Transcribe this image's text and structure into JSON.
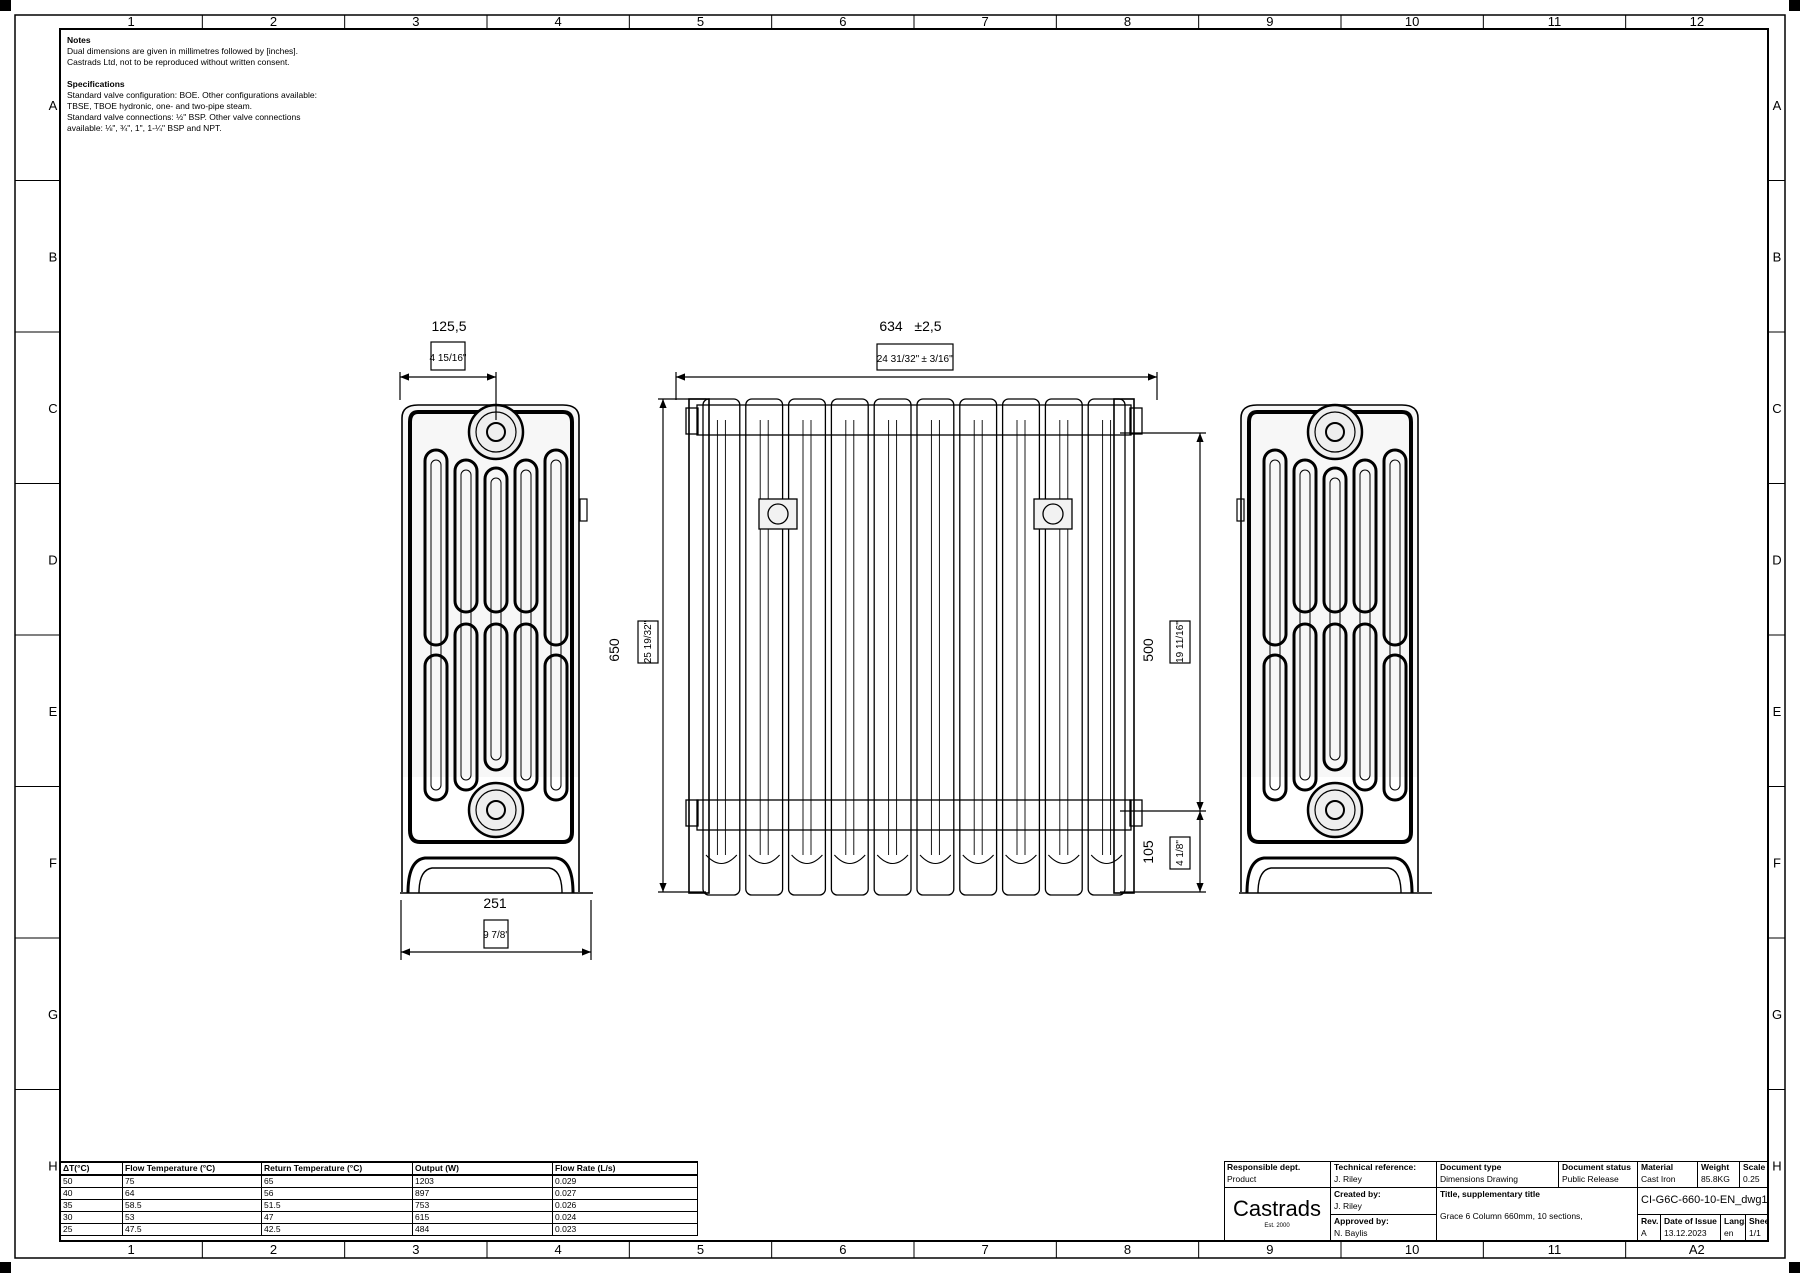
{
  "border": {
    "columns": [
      "1",
      "2",
      "3",
      "4",
      "5",
      "6",
      "7",
      "8",
      "9",
      "10",
      "11",
      "12"
    ],
    "rows": [
      "A",
      "B",
      "C",
      "D",
      "E",
      "F",
      "G",
      "H"
    ],
    "sheet_size": "A2"
  },
  "notes": {
    "notes_title": "Notes",
    "notes_lines": [
      "Dual dimensions are given in millimetres followed by [inches].",
      "Castrads Ltd, not to be reproduced without written consent."
    ],
    "spec_title": "Specifications",
    "spec_lines": [
      "Standard valve configuration: BOE. Other configurations available:",
      "TBSE, TBOE hydronic, one- and two-pipe steam.",
      "Standard valve connections: ½\" BSP. Other valve connections",
      "available: ⅛\", ¾\", 1\", 1-¼\" BSP and NPT."
    ]
  },
  "dimensions": {
    "side_width_mm": "125,5",
    "side_width_in": "4 15/16\"",
    "front_width_mm": "634",
    "front_width_tol_mm": "±2,5",
    "front_width_in": "24 31/32\"",
    "front_width_tol_in": "± 3/16\"",
    "height_mm": "650",
    "height_in": "25 19/32\"",
    "centres_mm": "500",
    "centres_in": "19 11/16\"",
    "floor_mm": "105",
    "floor_in": "4 1/8\"",
    "depth_mm": "251",
    "depth_in": "9 7/8\""
  },
  "performance_table": {
    "headers": [
      "ΔT(°C)",
      "Flow Temperature (°C)",
      "Return Temperature (°C)",
      "Output (W)",
      "Flow Rate (L/s)"
    ],
    "rows": [
      [
        "50",
        "75",
        "65",
        "1203",
        "0.029"
      ],
      [
        "40",
        "64",
        "56",
        "897",
        "0.027"
      ],
      [
        "35",
        "58.5",
        "51.5",
        "753",
        "0.026"
      ],
      [
        "30",
        "53",
        "47",
        "615",
        "0.024"
      ],
      [
        "25",
        "47.5",
        "42.5",
        "484",
        "0.023"
      ]
    ]
  },
  "title_block": {
    "responsible_label": "Responsible dept.",
    "responsible_value": "Product",
    "tech_ref_label": "Technical reference:",
    "tech_ref_value": "J. Riley",
    "doc_type_label": "Document type",
    "doc_type_value": "Dimensions Drawing",
    "doc_status_label": "Document status",
    "doc_status_value": "Public Release",
    "material_label": "Material",
    "material_value": "Cast Iron",
    "weight_label": "Weight",
    "weight_value": "85.8KG",
    "scale_label": "Scale",
    "scale_value": "0.25",
    "logo_text": "Castrads",
    "logo_sub": "Est. 2000",
    "created_label": "Created by:",
    "created_value": "J. Riley",
    "approved_label": "Approved by:",
    "approved_value": "N. Baylis",
    "title_label": "Title, supplementary title",
    "title_value": "Grace 6 Column 660mm, 10 sections,",
    "drawing_number": "CI-G6C-660-10-EN_dwg1",
    "rev_label": "Rev.",
    "rev_value": "A",
    "issue_label": "Date of Issue",
    "issue_value": "13.12.2023",
    "lang_label": "Lang.",
    "lang_value": "en",
    "sheet_label": "Sheet",
    "sheet_value": "1/1"
  },
  "colors": {
    "line": "#000000",
    "paper": "#ffffff",
    "metal_fill": "#f2f2f2"
  }
}
